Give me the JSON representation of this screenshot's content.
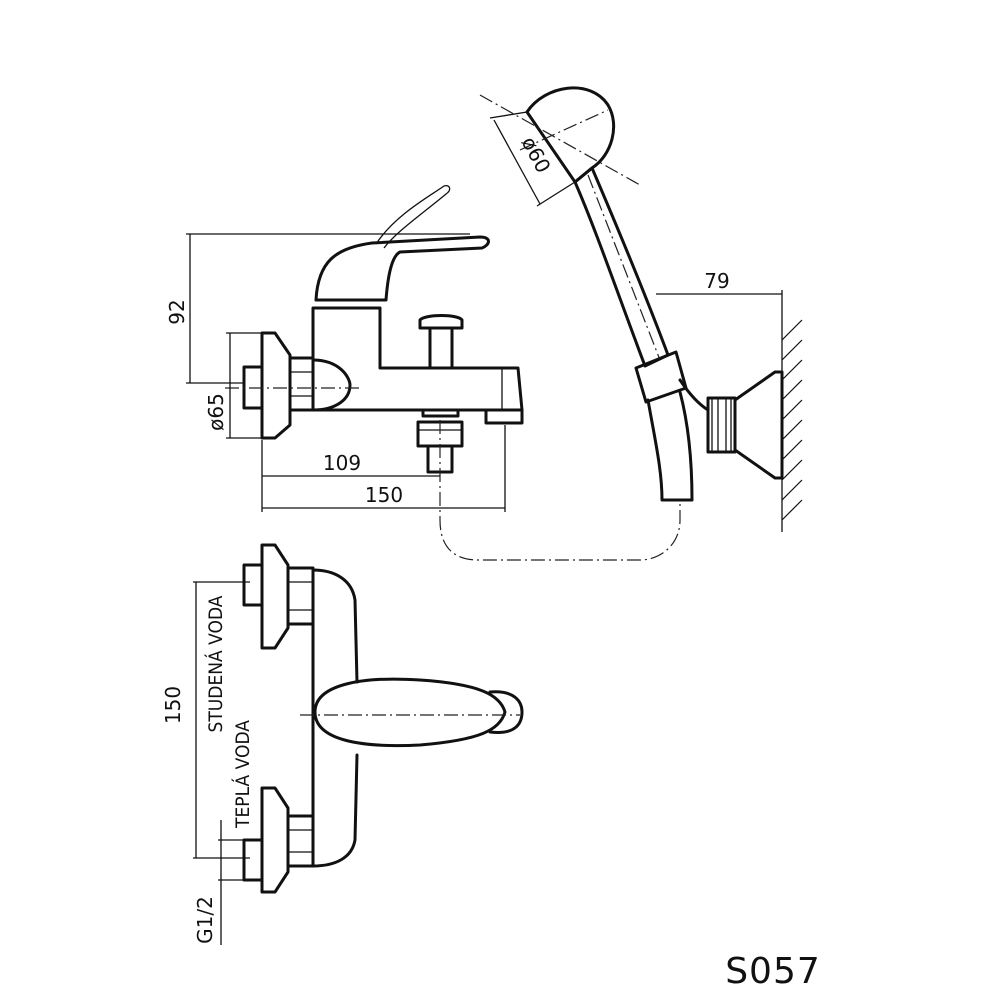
{
  "model_code": "S057",
  "dimensions": {
    "d92": "92",
    "d65": "ø65",
    "d109": "109",
    "d150_side": "150",
    "d79": "79",
    "d60": "ø60",
    "d150_front": "150",
    "thread": "G1/2"
  },
  "labels": {
    "cold_water": "STUDENÁ VODA",
    "hot_water": "TEPLÁ VODA"
  },
  "colors": {
    "line": "#111111",
    "background": "#ffffff"
  }
}
